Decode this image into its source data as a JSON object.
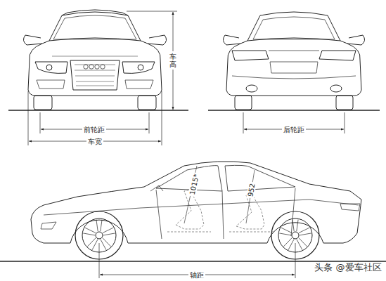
{
  "diagram": {
    "labels": [
      "车高",
      "前轮距",
      "车宽",
      "后轮距",
      "1015*",
      "952",
      "轴距",
      "头条 @爱车社区"
    ]
  }
}
